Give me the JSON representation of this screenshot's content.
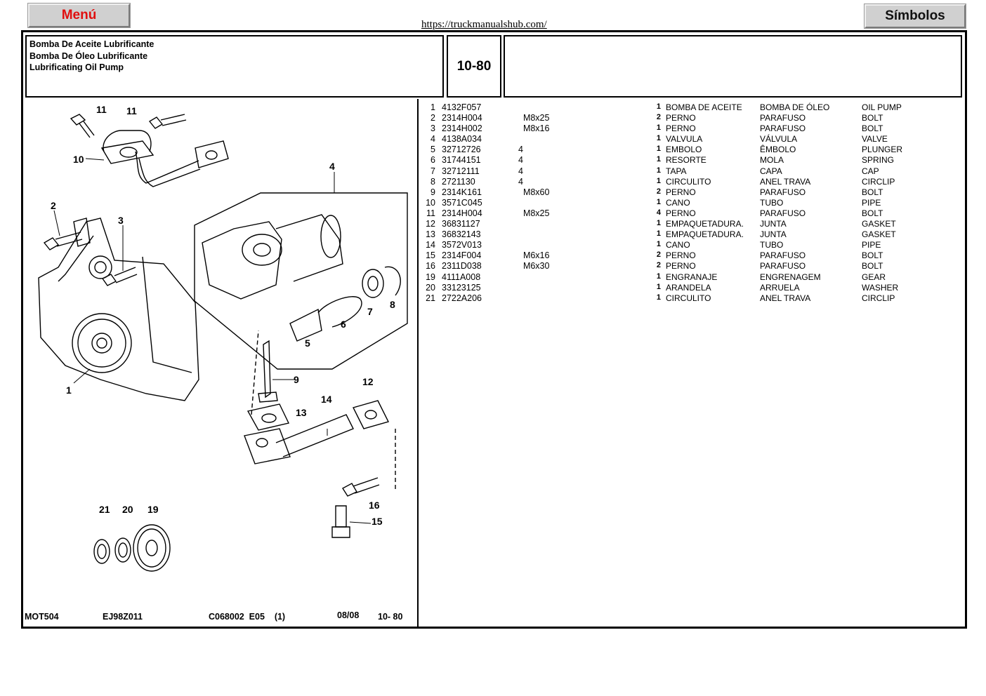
{
  "header": {
    "menu_label": "Menú",
    "symbols_label": "Símbolos",
    "source_url": "https://truckmanualshub.com/"
  },
  "title": {
    "line1": "Bomba De Aceite Lubrificante",
    "line2": "Bomba De Óleo Lubrificante",
    "line3": "Lubrificating Oil Pump"
  },
  "section_code": "10-80",
  "diagram": {
    "callouts": [
      "11",
      "11",
      "10",
      "4",
      "2",
      "3",
      "7",
      "8",
      "6",
      "5",
      "1",
      "9",
      "12",
      "14",
      "13",
      "16",
      "15",
      "21",
      "20",
      "19"
    ]
  },
  "footer": {
    "model": "MOT504",
    "doc": "EJ98Z011",
    "ref": "C068002  E05    (1)",
    "date": "08/08",
    "page": "10- 80"
  },
  "parts": [
    {
      "pos": "1",
      "ref": "4132F057",
      "spec": "",
      "qty": "1",
      "es": "BOMBA DE ACEITE",
      "pt": "BOMBA DE ÓLEO",
      "en": "OIL PUMP"
    },
    {
      "pos": "2",
      "ref": "2314H004",
      "spec": "  M8x25",
      "qty": "2",
      "es": "PERNO",
      "pt": "PARAFUSO",
      "en": "BOLT"
    },
    {
      "pos": "3",
      "ref": "2314H002",
      "spec": "  M8x16",
      "qty": "1",
      "es": "PERNO",
      "pt": "PARAFUSO",
      "en": "BOLT"
    },
    {
      "pos": "4",
      "ref": "4138A034",
      "spec": "",
      "qty": "1",
      "es": "VALVULA",
      "pt": "VÁLVULA",
      "en": "VALVE"
    },
    {
      "pos": "5",
      "ref": "32712726",
      "spec": "4",
      "qty": "1",
      "es": "EMBOLO",
      "pt": "ÊMBOLO",
      "en": "PLUNGER"
    },
    {
      "pos": "6",
      "ref": "31744151",
      "spec": "4",
      "qty": "1",
      "es": "RESORTE",
      "pt": "MOLA",
      "en": "SPRING"
    },
    {
      "pos": "7",
      "ref": "32712111",
      "spec": "4",
      "qty": "1",
      "es": "TAPA",
      "pt": "CAPA",
      "en": "CAP"
    },
    {
      "pos": "8",
      "ref": "2721130",
      "spec": "4",
      "qty": "1",
      "es": "CIRCULITO",
      "pt": "ANEL TRAVA",
      "en": "CIRCLIP"
    },
    {
      "pos": "9",
      "ref": "2314K161",
      "spec": "  M8x60",
      "qty": "2",
      "es": "PERNO",
      "pt": "PARAFUSO",
      "en": "BOLT"
    },
    {
      "pos": "10",
      "ref": "3571C045",
      "spec": "",
      "qty": "1",
      "es": "CANO",
      "pt": "TUBO",
      "en": "PIPE"
    },
    {
      "pos": "11",
      "ref": "2314H004",
      "spec": "  M8x25",
      "qty": "4",
      "es": "PERNO",
      "pt": "PARAFUSO",
      "en": "BOLT"
    },
    {
      "pos": "12",
      "ref": "36831127",
      "spec": "",
      "qty": "1",
      "es": "EMPAQUETADURA.",
      "pt": "JUNTA",
      "en": "GASKET"
    },
    {
      "pos": "13",
      "ref": "36832143",
      "spec": "",
      "qty": "1",
      "es": "EMPAQUETADURA.",
      "pt": "JUNTA",
      "en": "GASKET"
    },
    {
      "pos": "14",
      "ref": "3572V013",
      "spec": "",
      "qty": "1",
      "es": "CANO",
      "pt": "TUBO",
      "en": "PIPE"
    },
    {
      "pos": "15",
      "ref": "2314F004",
      "spec": "  M6x16",
      "qty": "2",
      "es": "PERNO",
      "pt": "PARAFUSO",
      "en": "BOLT"
    },
    {
      "pos": "16",
      "ref": "2311D038",
      "spec": "  M6x30",
      "qty": "2",
      "es": "PERNO",
      "pt": "PARAFUSO",
      "en": "BOLT"
    },
    {
      "pos": "19",
      "ref": "4111A008",
      "spec": "",
      "qty": "1",
      "es": "ENGRANAJE",
      "pt": "ENGRENAGEM",
      "en": "GEAR"
    },
    {
      "pos": "20",
      "ref": "33123125",
      "spec": "",
      "qty": "1",
      "es": "ARANDELA",
      "pt": "ARRUELA",
      "en": "WASHER"
    },
    {
      "pos": "21",
      "ref": "2722A206",
      "spec": "",
      "qty": "1",
      "es": "CIRCULITO",
      "pt": "ANEL TRAVA",
      "en": "CIRCLIP"
    }
  ]
}
